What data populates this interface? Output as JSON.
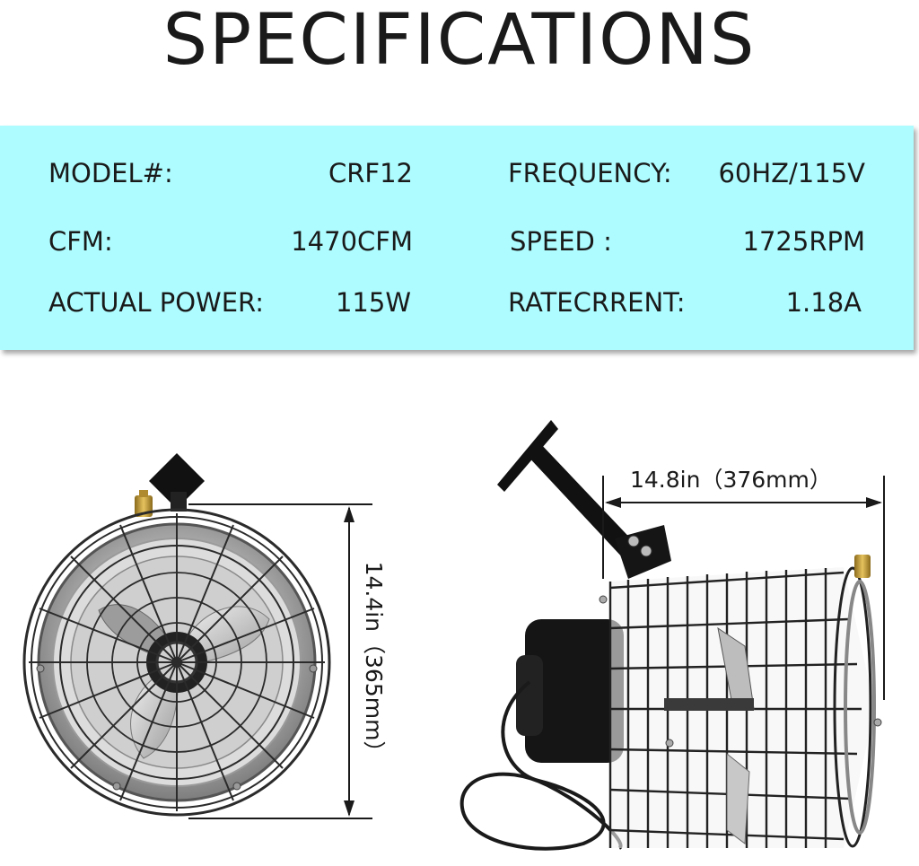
{
  "title": "SPECIFICATIONS",
  "specs": {
    "model_label": "MODEL#:",
    "model_value": "CRF12",
    "frequency_label": "FREQUENCY:",
    "frequency_value": "60HZ/115V",
    "cfm_label": "CFM:",
    "cfm_value": "1470CFM",
    "speed_label": "SPEED :",
    "speed_value": "1725RPM",
    "power_label": "ACTUAL POWER:",
    "power_value": "115W",
    "current_label": "RATECRRENT:",
    "current_value": "1.18A"
  },
  "dimensions": {
    "height": "14.4in（365mm）",
    "depth": "14.8in（376mm）"
  },
  "colors": {
    "panel": "#aefcff",
    "text": "#1a1a1a",
    "cage": "#2b2b2b",
    "metal": "#c9c9c9",
    "brass": "#c9a646"
  }
}
